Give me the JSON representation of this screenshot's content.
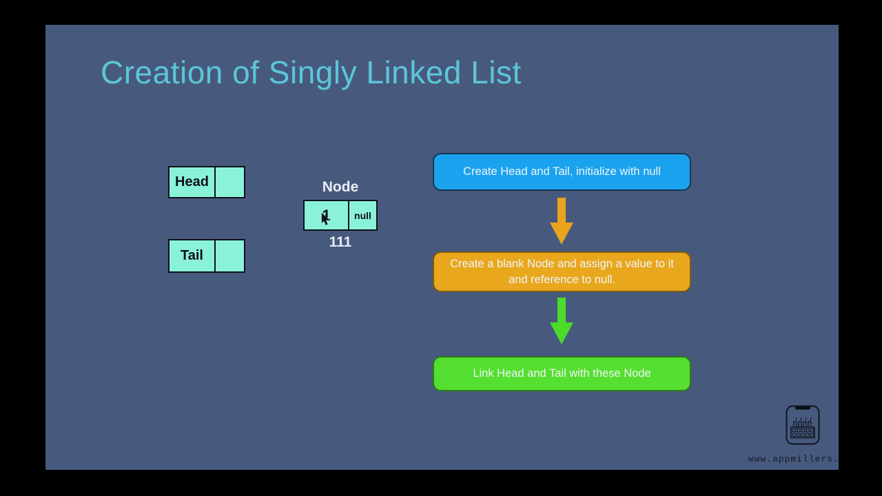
{
  "slide": {
    "title": "Creation of Singly Linked List",
    "title_color": "#5cc6d8",
    "background": "#475a7e"
  },
  "pointers": {
    "head_label": "Head",
    "tail_label": "Tail",
    "cell_color": "#8bf2da"
  },
  "node": {
    "caption": "Node",
    "value": "1",
    "next_label": "null",
    "address": "111",
    "cell_color": "#8bf2da"
  },
  "flowchart": {
    "steps": [
      {
        "text": "Create Head and Tail, initialize with null",
        "bg": "#1ba2ef",
        "border": "#14354f"
      },
      {
        "text": "Create a blank Node and assign a value to it and reference to null.",
        "bg": "#e9a71d",
        "border": "#7c5c0e"
      },
      {
        "text": "Link Head and Tail with these Node",
        "bg": "#55df30",
        "border": "#2b7d16"
      }
    ],
    "arrows": [
      {
        "color": "#e8a41c"
      },
      {
        "color": "#4cdb2b"
      }
    ]
  },
  "footer": {
    "watermark": "www.appmillers.com"
  }
}
